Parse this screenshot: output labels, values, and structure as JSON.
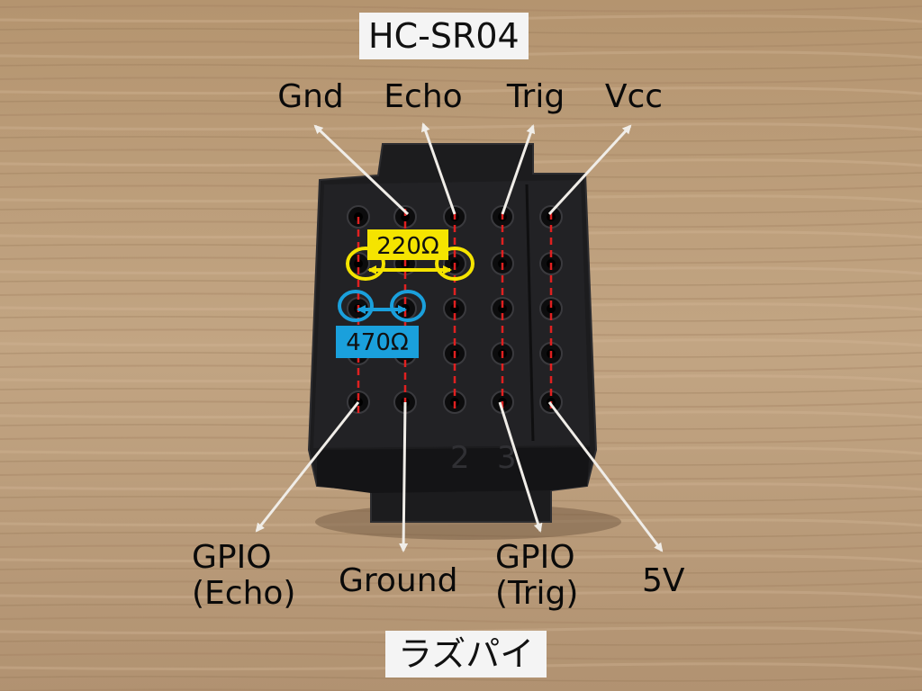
{
  "module_title": "HC-SR04",
  "module_pins": [
    "Gnd",
    "Echo",
    "Trig",
    "Vcc"
  ],
  "resistors": [
    {
      "value": "220Ω",
      "color": "#f5e400"
    },
    {
      "value": "470Ω",
      "color": "#1aa0dc"
    }
  ],
  "pi_connections": {
    "gpio_echo": [
      "GPIO",
      "(Echo)"
    ],
    "ground": "Ground",
    "gpio_trig": [
      "GPIO",
      "(Trig)"
    ],
    "power": "5V"
  },
  "pi_title": "ラズパイ",
  "colors": {
    "wire_dashed": "#e02020",
    "arrow": "#f0ede8",
    "breadboard": "#1c1c1e",
    "wood": "#b99a78"
  }
}
